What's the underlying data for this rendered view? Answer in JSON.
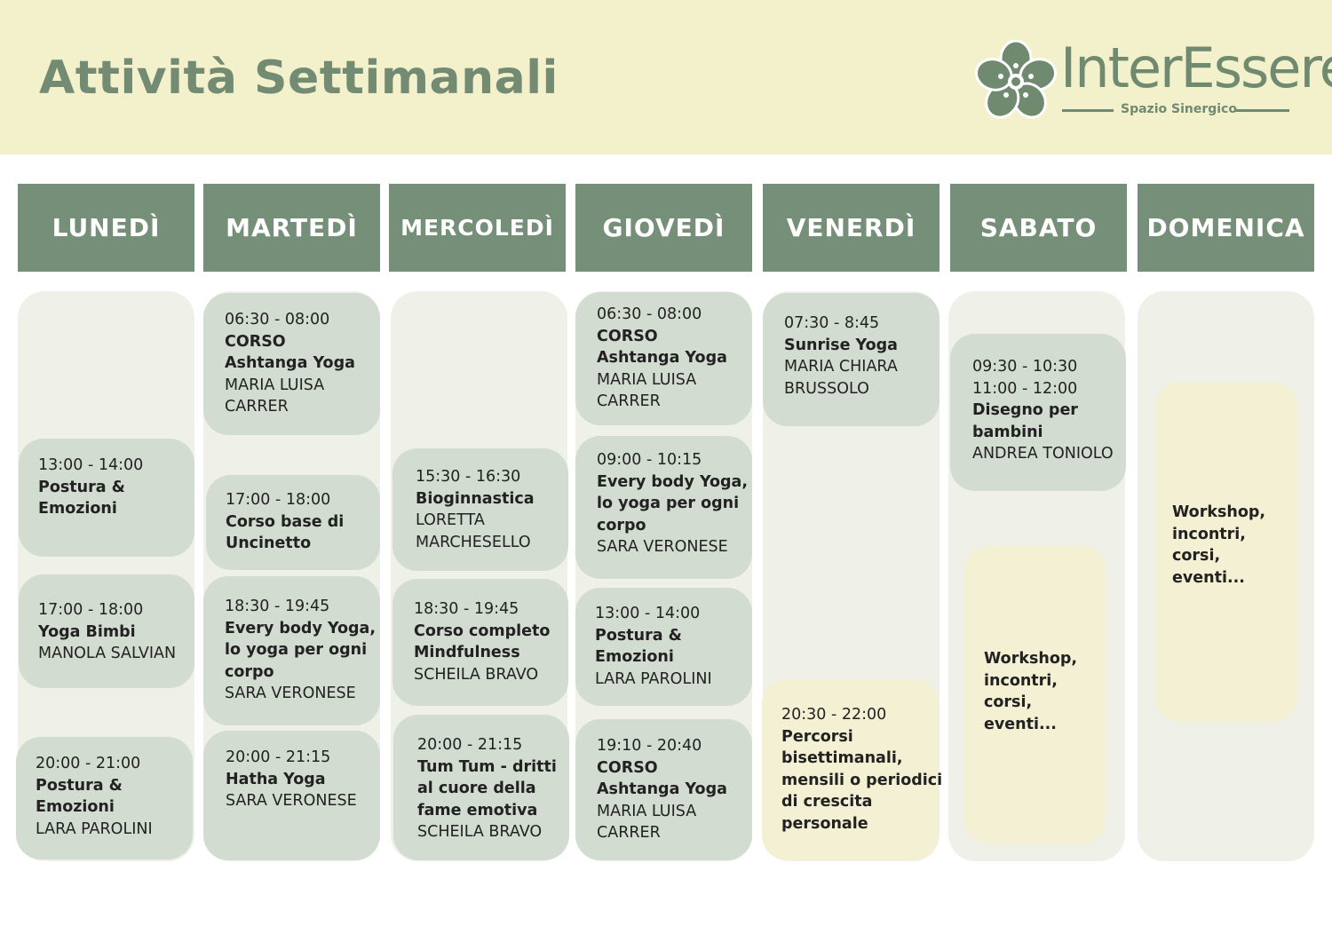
{
  "header": {
    "title": "Attività Settimanali",
    "logo_name": "InterEssere",
    "logo_subtitle": "Spazio Sinergico",
    "logo_icon": "flower-icon"
  },
  "colors": {
    "header_bg": "#f3f0cc",
    "accent_green": "#758f78",
    "card_green": "#d3dcd1",
    "card_cream": "#f3f0d4",
    "column_bg": "#eff0e8"
  },
  "days": [
    "LUNEDÌ",
    "MARTEDÌ",
    "MERCOLEDÌ",
    "GIOVEDÌ",
    "VENERDÌ",
    "SABATO",
    "DOMENICA"
  ],
  "cards": {
    "mon1": {
      "time": "13:00 - 14:00",
      "name1": "Postura &",
      "name2": "Emozioni"
    },
    "mon2": {
      "time": "17:00 - 18:00",
      "name1": "Yoga Bimbi",
      "teacher1": "MANOLA SALVIAN"
    },
    "mon3": {
      "time": "20:00 - 21:00",
      "name1": "Postura &",
      "name2": "Emozioni",
      "teacher1": "LARA PAROLINI"
    },
    "tue1": {
      "time": "06:30 - 08:00",
      "name1": "CORSO",
      "name2": "Ashtanga Yoga",
      "teacher1": "MARIA LUISA",
      "teacher2": "CARRER"
    },
    "tue2": {
      "time": "17:00 - 18:00",
      "name1": "Corso base di",
      "name2": "Uncinetto"
    },
    "tue3": {
      "time": "18:30 - 19:45",
      "name1": "Every body Yoga,",
      "name2": "lo yoga per ogni",
      "name3": "corpo",
      "teacher1": "SARA VERONESE"
    },
    "tue4": {
      "time": "20:00 - 21:15",
      "name1": "Hatha Yoga",
      "teacher1": "SARA VERONESE"
    },
    "wed1": {
      "time": "15:30 - 16:30",
      "name1": "Bioginnastica",
      "teacher1": "LORETTA",
      "teacher2": "MARCHESELLO"
    },
    "wed2": {
      "time": "18:30 - 19:45",
      "name1": "Corso completo",
      "name2": "Mindfulness",
      "teacher1": "SCHEILA BRAVO"
    },
    "wed3": {
      "time": "20:00 - 21:15",
      "name1": "Tum Tum - dritti",
      "name2": "al cuore della",
      "name3": "fame emotiva",
      "teacher1": "SCHEILA BRAVO"
    },
    "thu1": {
      "time": "06:30 - 08:00",
      "name1": "CORSO",
      "name2": "Ashtanga Yoga",
      "teacher1": "MARIA LUISA",
      "teacher2": "CARRER"
    },
    "thu2": {
      "time": "09:00 - 10:15",
      "name1": "Every body Yoga,",
      "name2": "lo yoga per ogni",
      "name3": "corpo",
      "teacher1": "SARA VERONESE"
    },
    "thu3": {
      "time": "13:00 - 14:00",
      "name1": "Postura &",
      "name2": "Emozioni",
      "teacher1": "LARA PAROLINI"
    },
    "thu4": {
      "time": "19:10 - 20:40",
      "name1": "CORSO",
      "name2": "Ashtanga Yoga",
      "teacher1": "MARIA LUISA",
      "teacher2": "CARRER"
    },
    "fri1": {
      "time": "07:30 - 8:45",
      "name1": "Sunrise Yoga",
      "teacher1": "MARIA CHIARA",
      "teacher2": "BRUSSOLO"
    },
    "fri2": {
      "time": "20:30 - 22:00",
      "name1": "Percorsi",
      "name2": "bisettimanali,",
      "name3": "mensili o periodici",
      "name4": "di crescita",
      "name5": "personale"
    },
    "sat1": {
      "time": "09:30 - 10:30",
      "time2": "11:00 - 12:00",
      "name1": "Disegno per",
      "name2": "bambini",
      "teacher1": "ANDREA TONIOLO"
    },
    "sat2": {
      "name1": "Workshop,",
      "name2": "incontri,",
      "name3": "corsi,",
      "name4": "eventi..."
    },
    "sun1": {
      "name1": "Workshop,",
      "name2": "incontri,",
      "name3": "corsi,",
      "name4": "eventi..."
    }
  }
}
